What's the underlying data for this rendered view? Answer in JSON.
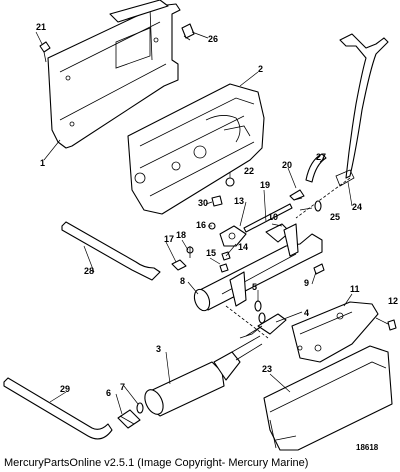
{
  "figure_id": "18618",
  "footer_text": "MercuryPartsOnline v2.5.1 (Image Copyright- Mercury Marine)",
  "callouts": [
    "1",
    "2",
    "3",
    "4",
    "5",
    "6",
    "7",
    "8",
    "9",
    "10",
    "11",
    "12",
    "13",
    "14",
    "15",
    "16",
    "17",
    "18",
    "19",
    "20",
    "21",
    "22",
    "23",
    "24",
    "25",
    "26",
    "27",
    "28",
    "29",
    "30"
  ]
}
